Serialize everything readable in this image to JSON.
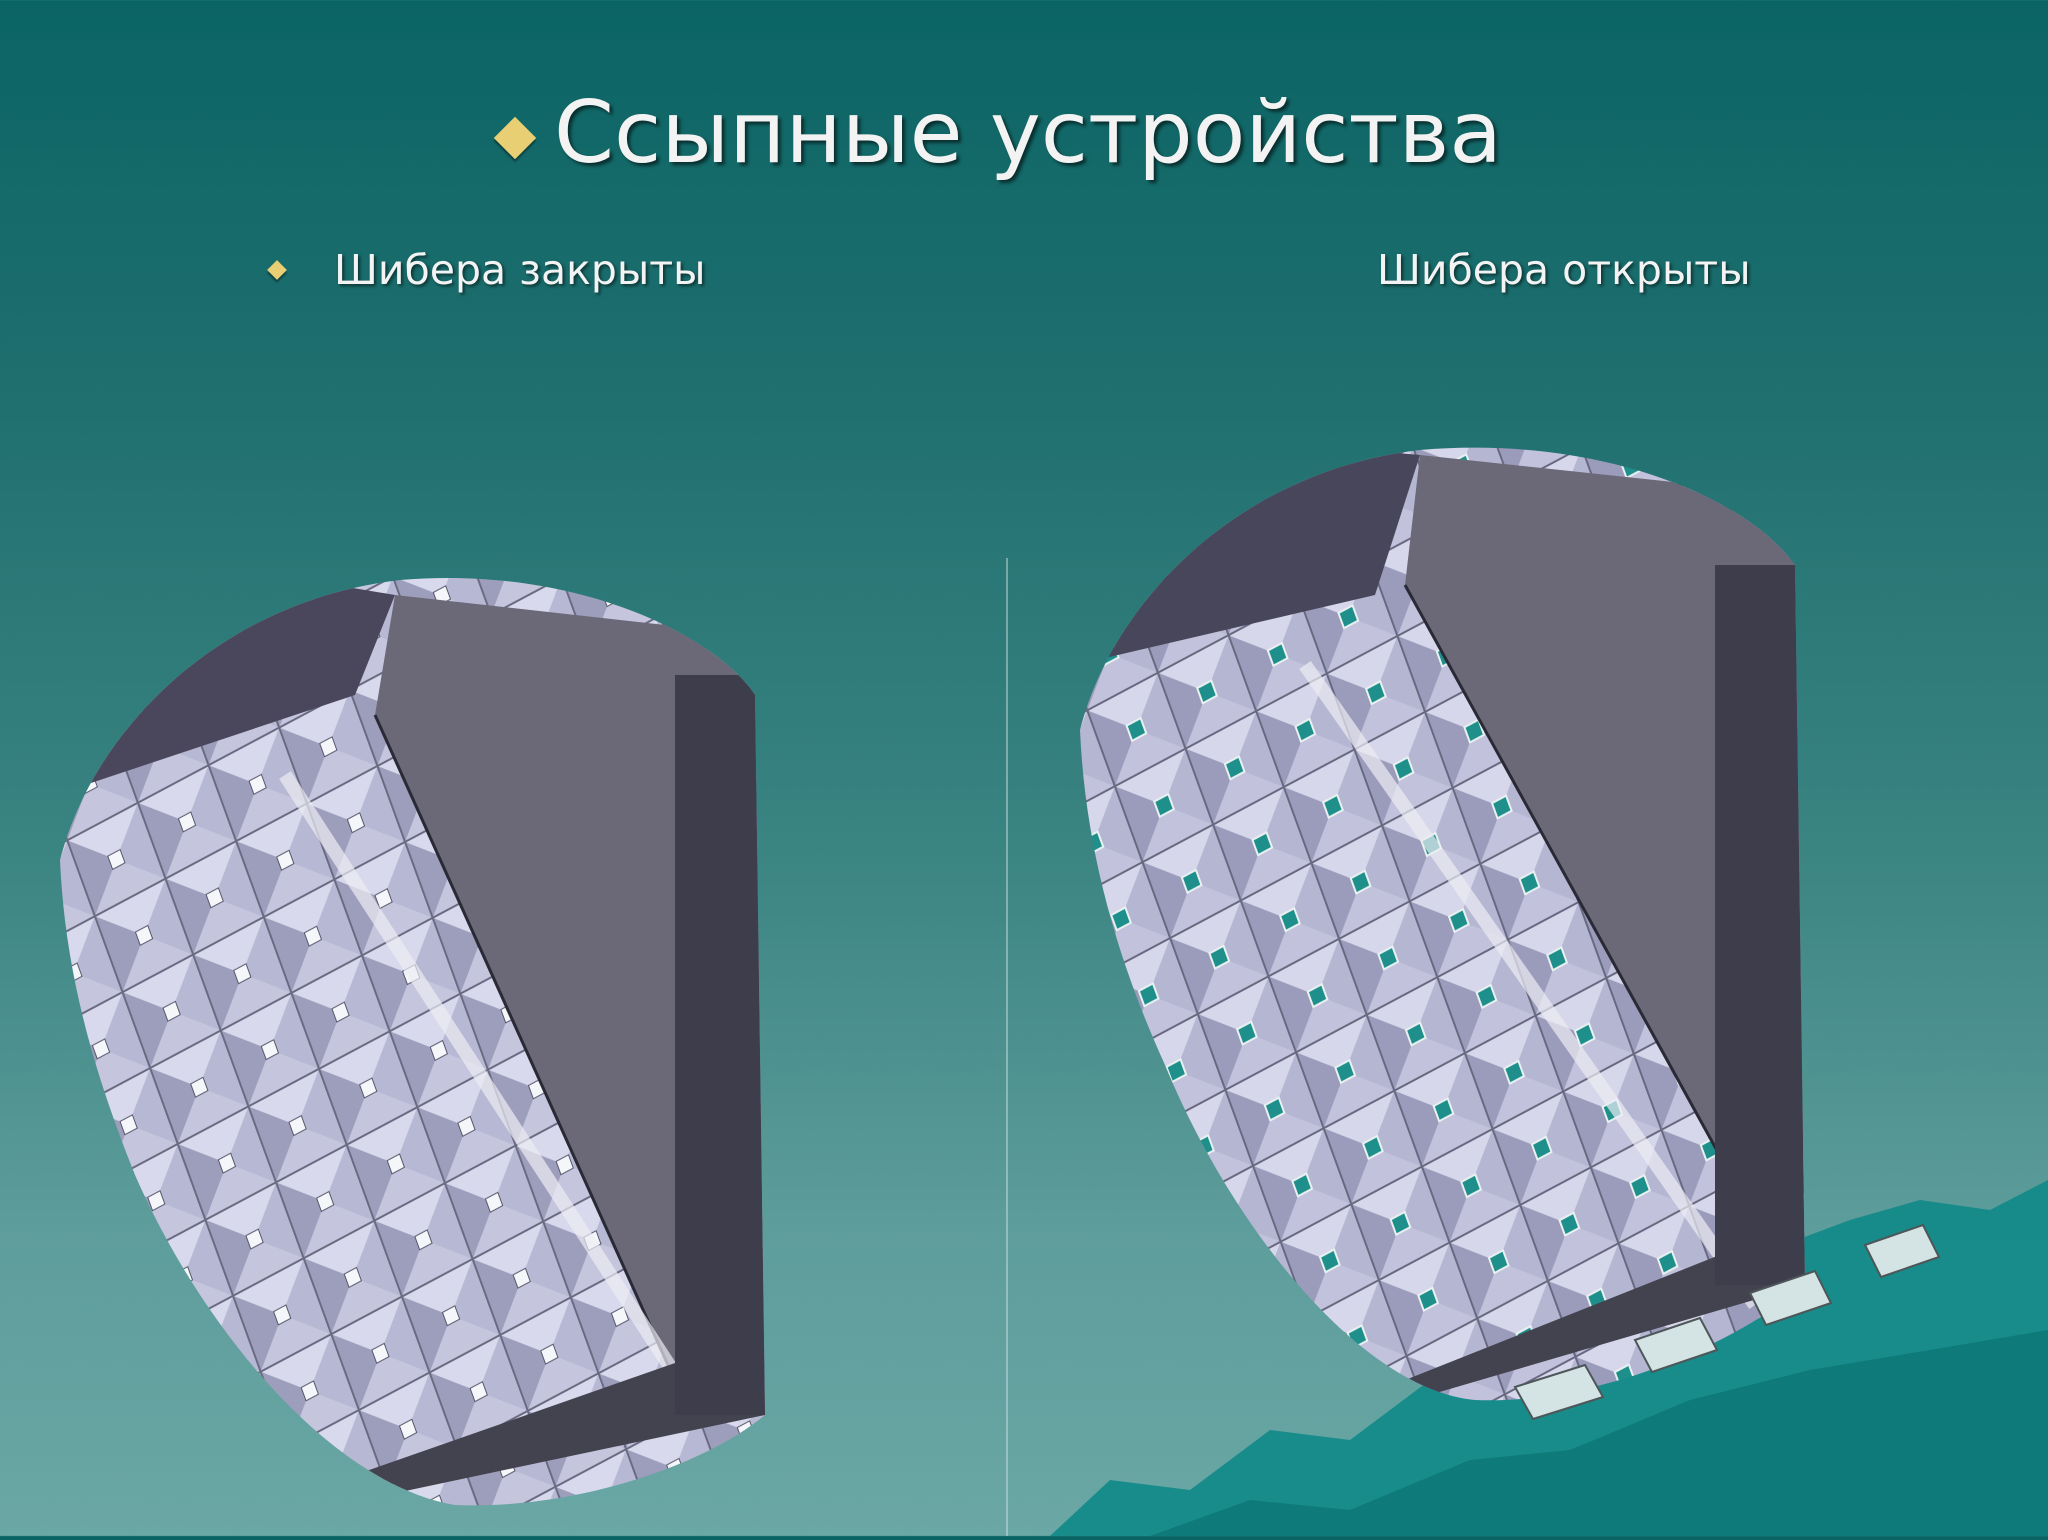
{
  "slide": {
    "title": "Ссыпные устройства",
    "left_caption": "Шибера закрыты",
    "right_caption": "Шибера открыты"
  },
  "colors": {
    "background_top": "#0b6464",
    "background_bottom": "#6aa7a5",
    "bullet": "#e8cf73",
    "text": "#f3f3f3"
  },
  "illustrations": {
    "left": "hopper-bins-gates-closed",
    "right": "hopper-bins-gates-open"
  }
}
